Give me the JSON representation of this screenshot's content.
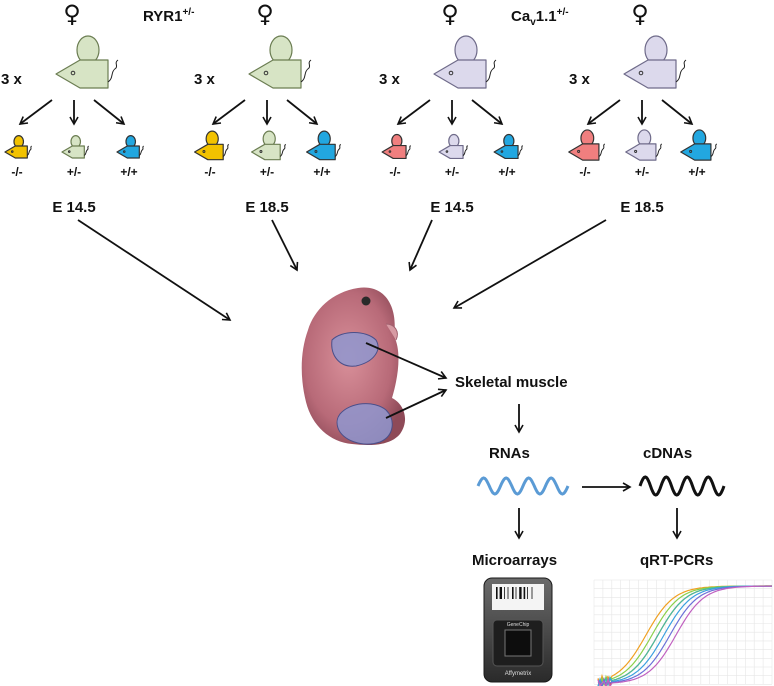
{
  "female_symbol": "♀",
  "groups": [
    {
      "id": "ryr1",
      "gene_base": "RYR1",
      "gene_sub": "",
      "gene_post": "",
      "gene_sup": "+/-",
      "parent_color": "#d7e4c5",
      "parent_stroke": "#6b7d52",
      "multiplier": "3 x",
      "stage_left": "E 14.5",
      "stage_right": "E 18.5"
    },
    {
      "id": "cav",
      "gene_base": "Ca",
      "gene_sub": "v",
      "gene_post": "1.1",
      "gene_sup": "+/-",
      "parent_color": "#dcd9ec",
      "parent_stroke": "#6f6b8a",
      "multiplier": "3 x",
      "stage_left": "E 14.5",
      "stage_right": "E 18.5"
    }
  ],
  "offspring": [
    {
      "genotype": "-/-",
      "color_ryr1": "#f2c200",
      "color_cav": "#f07f7f"
    },
    {
      "genotype": "+/-",
      "color_ryr1": "#d7e4c5",
      "color_cav": "#dcd9ec"
    },
    {
      "genotype": "+/+",
      "color_ryr1": "#22a7e0",
      "color_cav": "#22a7e0"
    }
  ],
  "workflow": {
    "tissue": "Skeletal muscle",
    "rna": "RNAs",
    "cdna": "cDNAs",
    "microarrays": "Microarrays",
    "qrt": "qRT-PCRs",
    "chip_brand": "Affymetrix",
    "chip_name": "GeneChip"
  },
  "colors": {
    "rna_wave": "#5b9bd5",
    "cdna_wave": "#111111",
    "muscle_region": "#8f96cf",
    "embryo": "#c97a86"
  },
  "qpcr_curve_colors": [
    "#e8563a",
    "#f0a020",
    "#8ad04a",
    "#40c0a0",
    "#3aa0e0",
    "#6a70d8",
    "#c060c0"
  ]
}
